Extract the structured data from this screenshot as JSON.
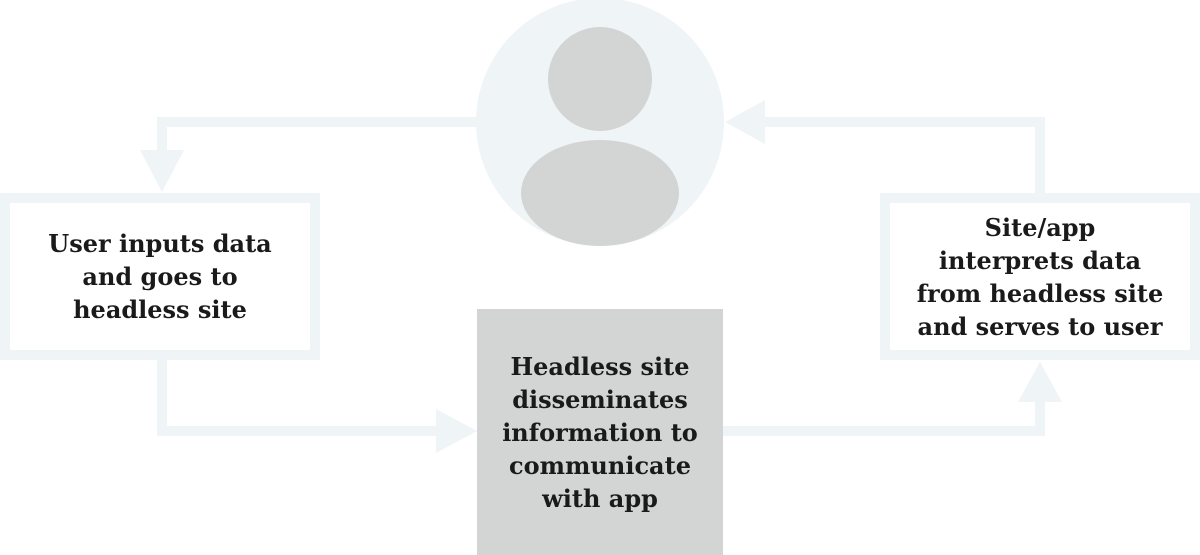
{
  "diagram": {
    "nodes": {
      "user_avatar": {
        "icon": "user-avatar-icon"
      },
      "user_inputs": {
        "label": "User inputs data\nand goes to\nheadless site"
      },
      "headless_site": {
        "label": "Headless site\ndisseminates\ninformation to\ncommunicate\nwith app"
      },
      "site_app": {
        "label": "Site/app\ninterprets data\nfrom headless site\nand serves to user"
      }
    },
    "colors": {
      "connector": "#eff4f6",
      "avatar_bg": "#eff4f6",
      "avatar_figure": "#d3d4d4",
      "center_box": "#d3d4d4",
      "text": "#1a1a1a"
    }
  }
}
